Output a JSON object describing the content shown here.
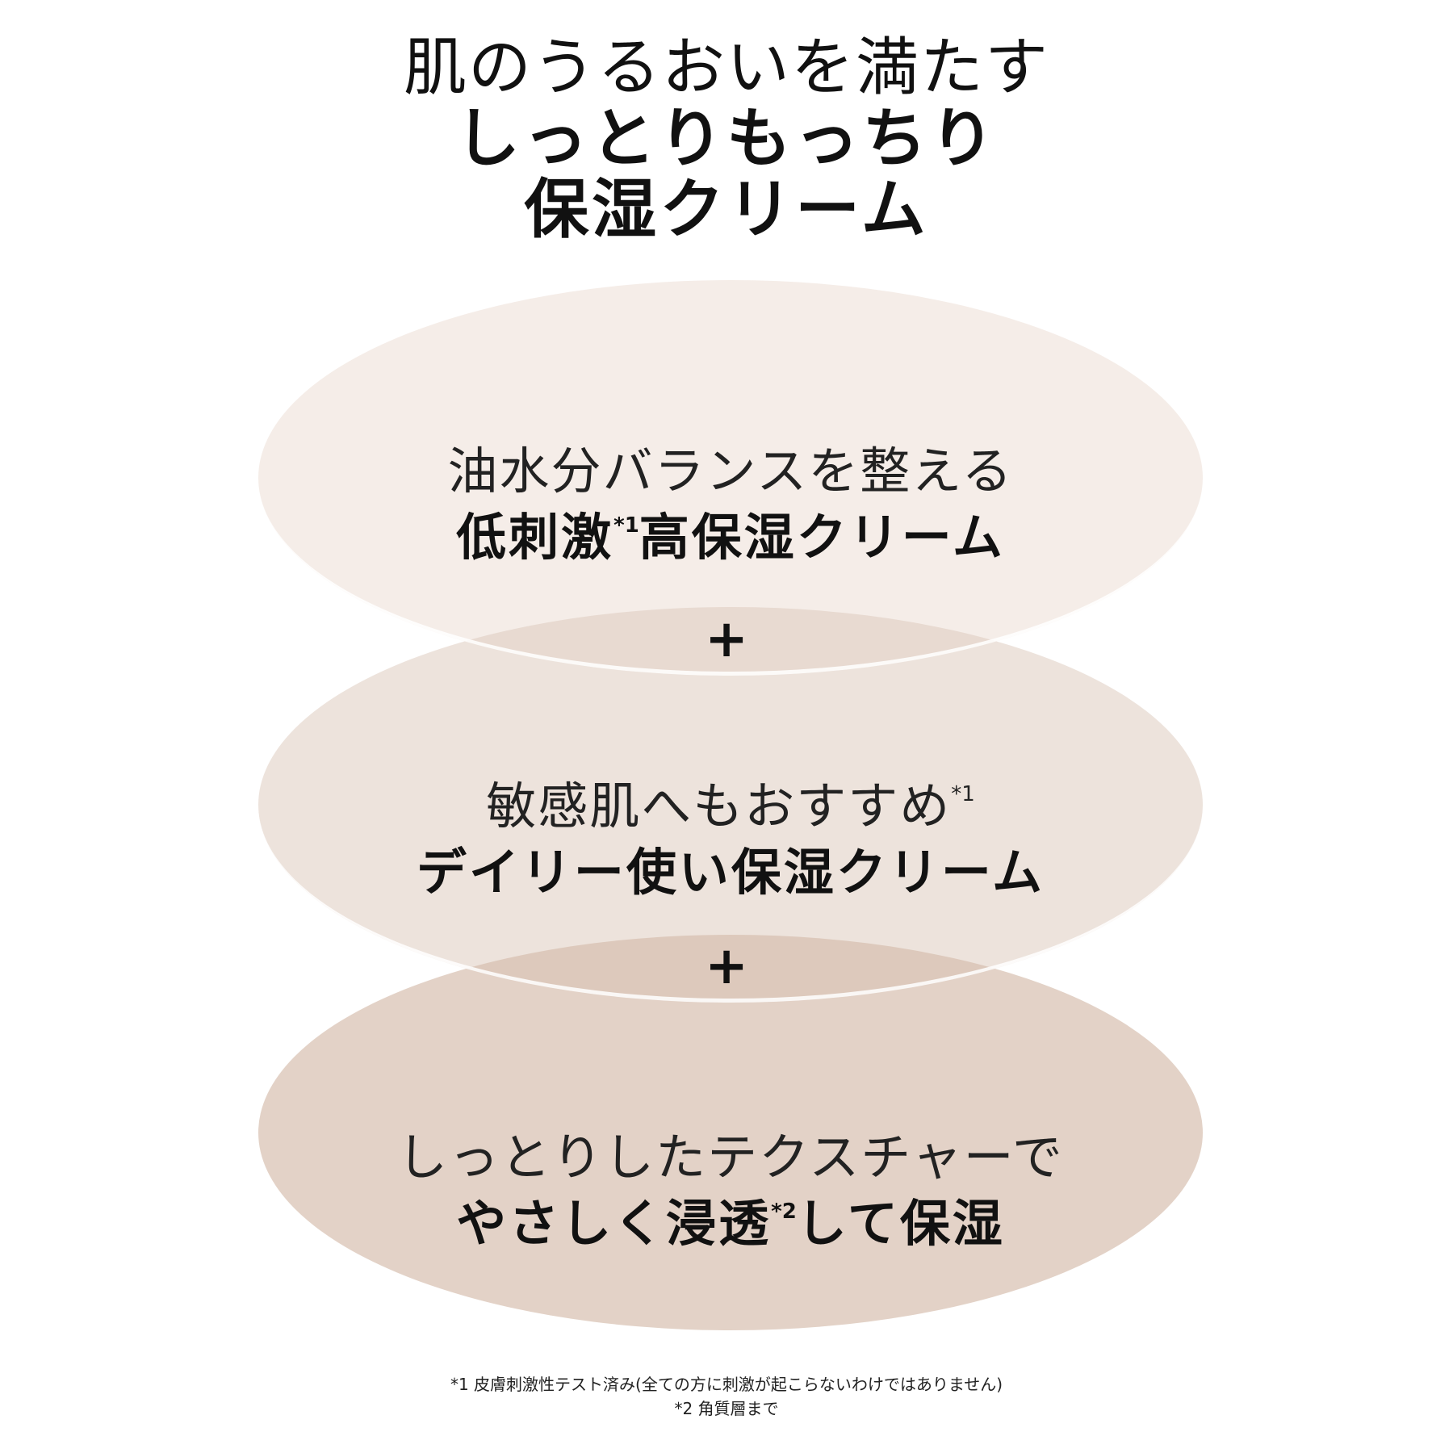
{
  "header": {
    "line1": "肌のうるおいを満たす",
    "line2": "しっとりもっちり",
    "line3": "保湿クリーム"
  },
  "features": [
    {
      "line1": "油水分バランスを整える",
      "line2_part1": "低刺激",
      "line2_sup": "*1",
      "line2_part2": "高保湿クリーム"
    },
    {
      "line1": "敏感肌へもおすすめ",
      "line1_sup": "*1",
      "line2": "デイリー使い保湿クリーム"
    },
    {
      "line1": "しっとりしたテクスチャーで",
      "line2_part1": "やさしく浸透",
      "line2_sup": "*2",
      "line2_part2": "して保湿"
    }
  ],
  "connectors": [
    "+",
    "+"
  ],
  "footnotes": [
    "*1 皮膚刺激性テスト済み(全ての方に刺激が起こらないわけではありません)",
    "*2 角質層まで"
  ],
  "colors": {
    "ellipse_1": "#f3ece8",
    "ellipse_2": "#ede2da",
    "ellipse_3": "#e3d3c7",
    "overlap": "#e3d5cc",
    "text": "#111111"
  }
}
